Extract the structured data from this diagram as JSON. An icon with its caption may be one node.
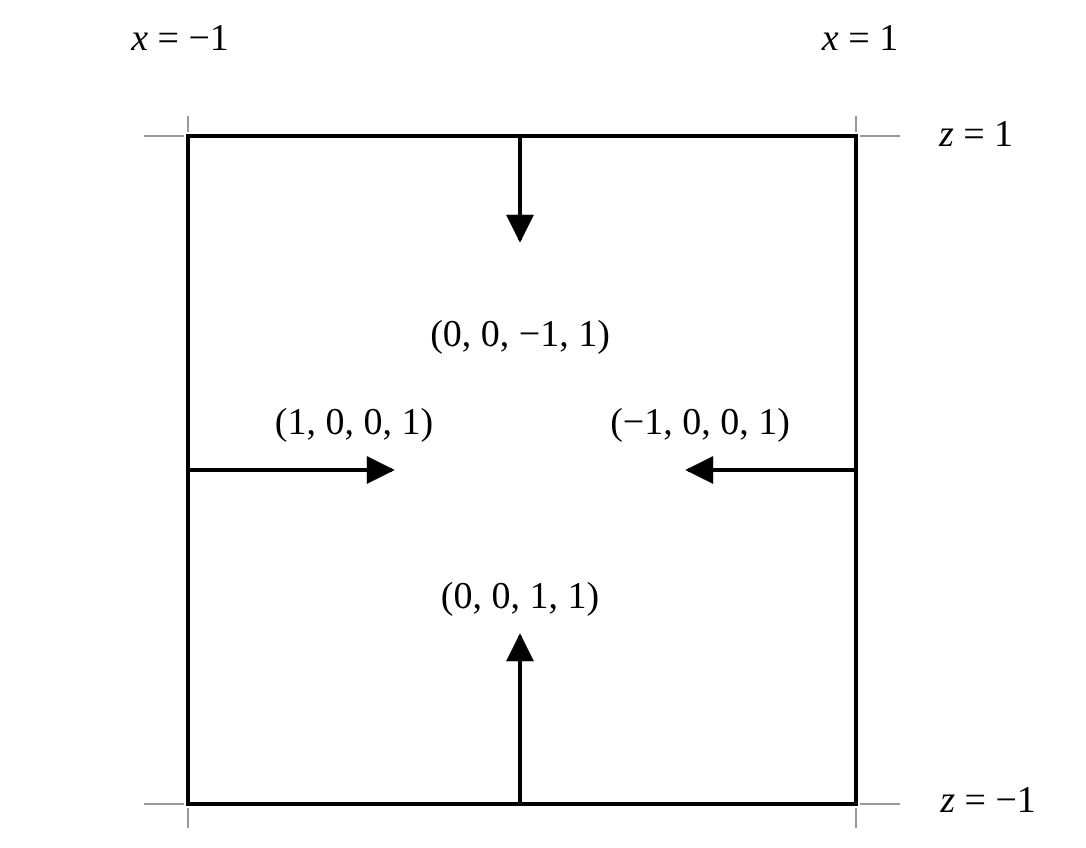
{
  "diagram": {
    "nodes": [
      {
        "text": [],
        "shape": "box"
      }
    ],
    "labels": [
      "*x* = −1",
      "*x* = 1",
      "*z* = 1",
      "(0, 0, −1, 1)",
      "(1, 0, 0, 1)",
      "(−1, 0, 0, 1)",
      "(0, 0, 1, 1)",
      "*z* = −1"
    ]
  }
}
